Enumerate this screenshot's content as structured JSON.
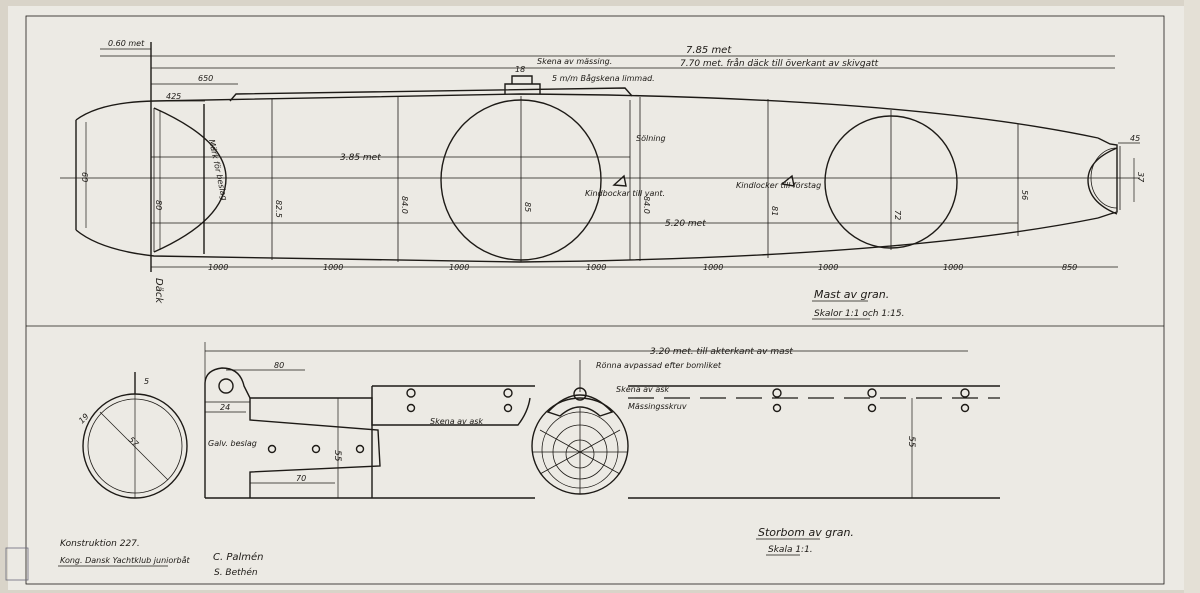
{
  "mast": {
    "overall_length": "7.85 met",
    "deck_to_sheave": "7.70 met. från däck till överkant av skivgatt",
    "heel_offset": "0.60 met",
    "d650": "650",
    "d425": "425",
    "brass_rail": "Skena av mässing.",
    "rail_width": "18",
    "sheave_rail": "5 m/m Bågskena limmad.",
    "tack_mark": "Märk för beslag",
    "length_385": "3.85 met",
    "seizing": "Sölning",
    "cheek_block_1": "Kindbockar till vant.",
    "cheek_block_2": "Kindlocker till förstag",
    "length_520": "5.20 met",
    "diam_60": "60",
    "diam_80": "80",
    "diam_825": "82.5",
    "diam_840": "84.0",
    "diam_85": "85",
    "diam_840b": "84.0",
    "diam_81": "81",
    "diam_72": "72",
    "diam_56": "56",
    "diam_45": "45",
    "diam_37": "37",
    "deck_label": "Däck",
    "spacings": [
      "1000",
      "1000",
      "1000",
      "1000",
      "1000",
      "1000",
      "1000",
      "850"
    ],
    "title": "Mast av gran.",
    "scale": "Skalor 1:1 och 1:15."
  },
  "boom": {
    "overall_length": "3.20 met. till akterkant av mast",
    "d80": "80",
    "d24": "24",
    "d70": "70",
    "d55": "55",
    "d55b": "55",
    "d5": "5",
    "d19": "19",
    "d57": "57",
    "galv_fitting": "Galv. beslag",
    "ash_rail": "Skena av ask",
    "groove_note": "Rönna avpassad efter bomliket",
    "ash_rail_2": "Skena av ask",
    "brass_screw": "Mässingsskruv",
    "title": "Storbom av gran.",
    "scale": "Skala 1:1."
  },
  "titleblock": {
    "construction": "Konstruktion 227.",
    "club": "Kong. Dansk Yachtklub juniorbåt",
    "signature": "C. Palmén",
    "signature_2": "S. Bethén"
  },
  "colors": {
    "paper": "#eceae4",
    "ink": "#1d1a16",
    "backing": "#d9d4c9"
  }
}
